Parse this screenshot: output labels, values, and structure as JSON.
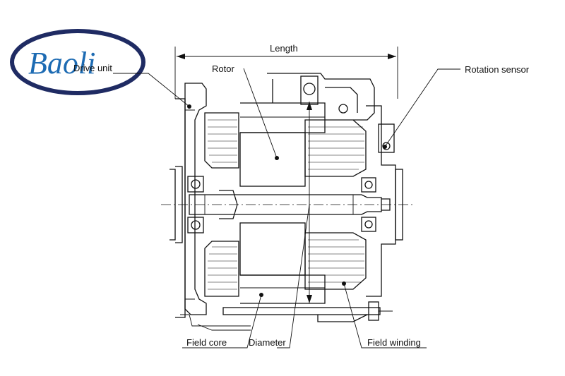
{
  "logo": {
    "text": "Baoli",
    "colors": {
      "ring": "#1f2b63",
      "text": "#1d6bb3"
    }
  },
  "labels": {
    "length": "Length",
    "rotor": "Rotor",
    "drive_unit": "Drive unit",
    "rotation_sensor": "Rotation sensor",
    "field_core": "Field core",
    "diameter": "Diameter",
    "field_winding": "Field winding"
  }
}
